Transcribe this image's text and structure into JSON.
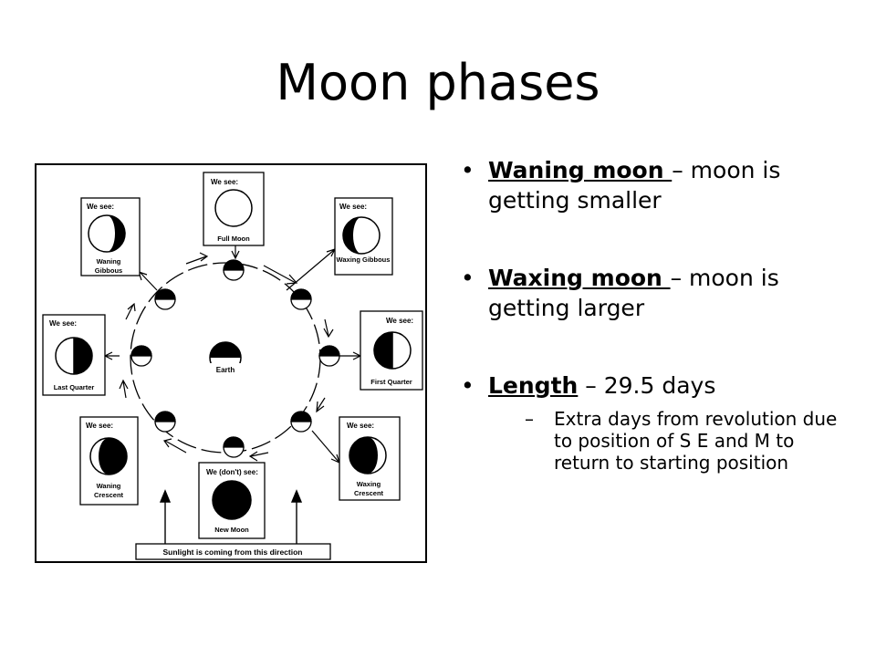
{
  "slide": {
    "title": "Moon phases"
  },
  "diagram": {
    "earth_label": "Earth",
    "we_see": "We see:",
    "we_dont_see": "We (don't) see:",
    "sunlight_caption": "Sunlight is coming from this direction",
    "phases": {
      "full_moon": "Full Moon",
      "waxing_gibbous": "Waxing Gibbous",
      "first_quarter": "First Quarter",
      "waxing_crescent": "Waxing Crescent",
      "new_moon": "New Moon",
      "waning_crescent": "Waning Crescent",
      "last_quarter": "Last Quarter",
      "waning_gibbous": "Waning Gibbous"
    }
  },
  "bullets": [
    {
      "term": "Waning moon ",
      "text": " – moon is getting smaller"
    },
    {
      "term": "Waxing moon ",
      "text": " – moon is getting larger"
    },
    {
      "term": "Length",
      "text": " – 29.5 days",
      "sub": "Extra days from revolution due to position of S E and M to return to starting position"
    }
  ]
}
